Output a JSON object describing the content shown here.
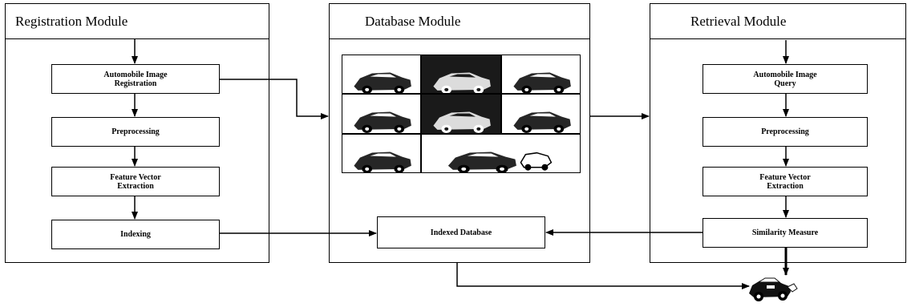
{
  "registration": {
    "title": "Registration Module",
    "steps": [
      "Automobile Image\nRegistration",
      "Preprocessing",
      "Feature Vector\nExtraction",
      "Indexing"
    ]
  },
  "database": {
    "title": "Database Module",
    "indexed_label": "Indexed Database",
    "image_grid_rows": 3,
    "image_grid_cols": 3
  },
  "retrieval": {
    "title": "Retrieval Module",
    "steps": [
      "Automobile Image\nQuery",
      "Preprocessing",
      "Feature Vector\nExtraction",
      "Similarity Measure"
    ]
  },
  "icons": {
    "thumbnail": "car-photo-icon",
    "result": "result-car-icon"
  }
}
